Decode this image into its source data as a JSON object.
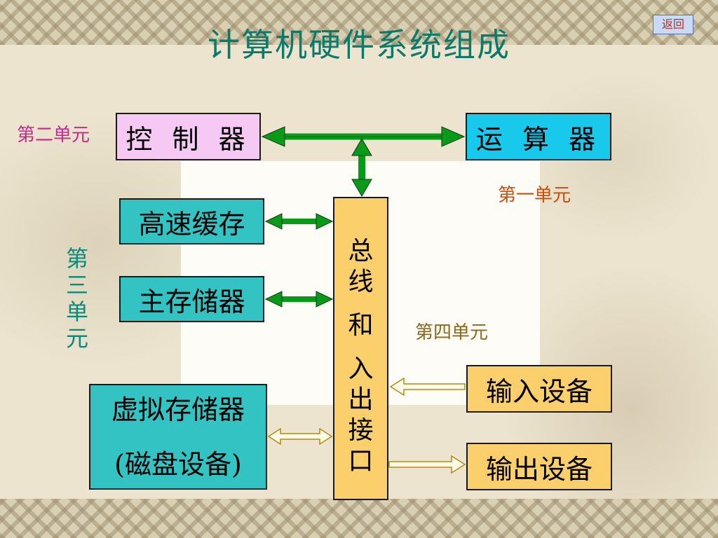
{
  "title": "计算机硬件系统组成",
  "back_button": "返回",
  "boxes": {
    "control": "控 制 器",
    "alu": "运 算 器",
    "cache": "高速缓存",
    "main_memory": "主存储器",
    "virtual_line1": "虚拟存储器",
    "virtual_line2": "(磁盘设备)",
    "input": "输入设备",
    "output": "输出设备",
    "bus_chars": [
      "总",
      "线",
      "和",
      "入",
      "出",
      "接",
      "口"
    ]
  },
  "unit_labels": {
    "unit1": "第一单元",
    "unit2": "第二单元",
    "unit3": [
      "第",
      "三",
      "单",
      "元"
    ],
    "unit4": "第四单元"
  },
  "colors": {
    "title": "#0b7a6a",
    "green_arrow": "#0a9a1a",
    "hollow_arrow_fill": "#fffbe6",
    "hollow_arrow_stroke": "#b08a1a",
    "control_bg": "#f6c9f4",
    "alu_bg": "#19c9ec",
    "memory_bg": "#33c3c3",
    "device_bg": "#fbcf6c"
  }
}
